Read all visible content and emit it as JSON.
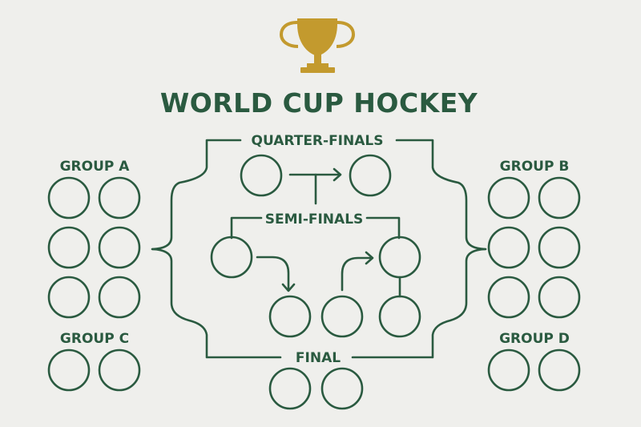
{
  "title": "WORLD CUP HOCKEY",
  "rounds": {
    "quarter_finals": "QUARTER-FINALS",
    "semi_finals": "SEMI-FINALS",
    "final": "FINAL"
  },
  "groups": {
    "a": "GROUP A",
    "b": "GROUP B",
    "c": "GROUP C",
    "d": "GROUP D"
  },
  "colors": {
    "primary": "#2a5a40",
    "trophy": "#c39a2e",
    "background": "#efefec"
  },
  "icons": {
    "trophy": "trophy-icon"
  }
}
